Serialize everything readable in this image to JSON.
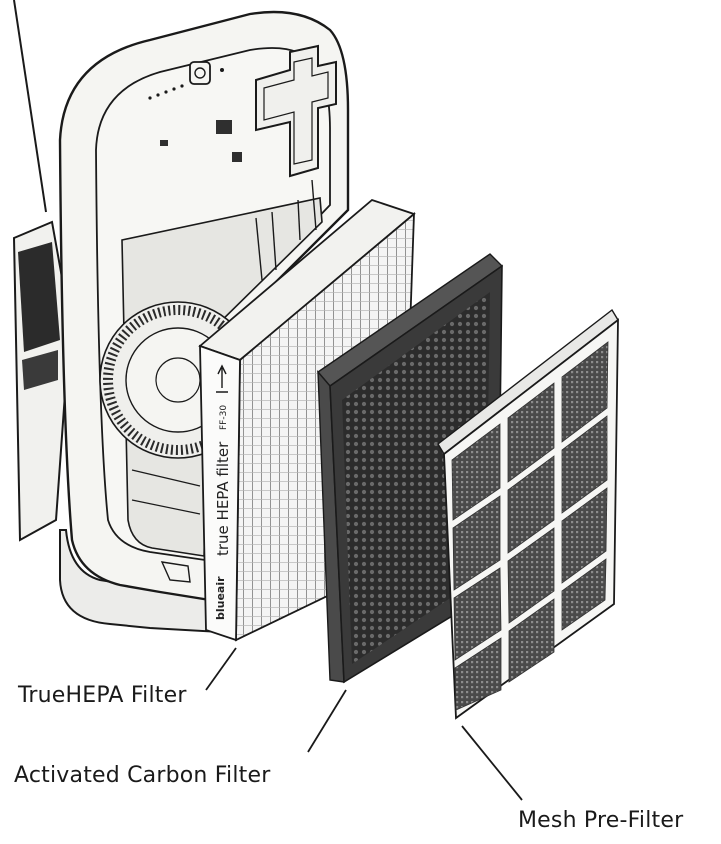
{
  "labels": {
    "hepa": "TrueHEPA Filter",
    "carbon": "Activated Carbon Filter",
    "mesh": "Mesh Pre-Filter"
  },
  "hepa_filter_print": {
    "brand": "blueair",
    "product": "true HEPA filter",
    "model": "FF-30"
  },
  "colors": {
    "line": "#1a1a1a",
    "body_fill": "#f3f3f0",
    "carbon_frame": "#3a3a3a",
    "carbon_core": "#2a2a2a",
    "mesh_cell": "#555555",
    "hepa_pleat": "#8a8a8a"
  }
}
